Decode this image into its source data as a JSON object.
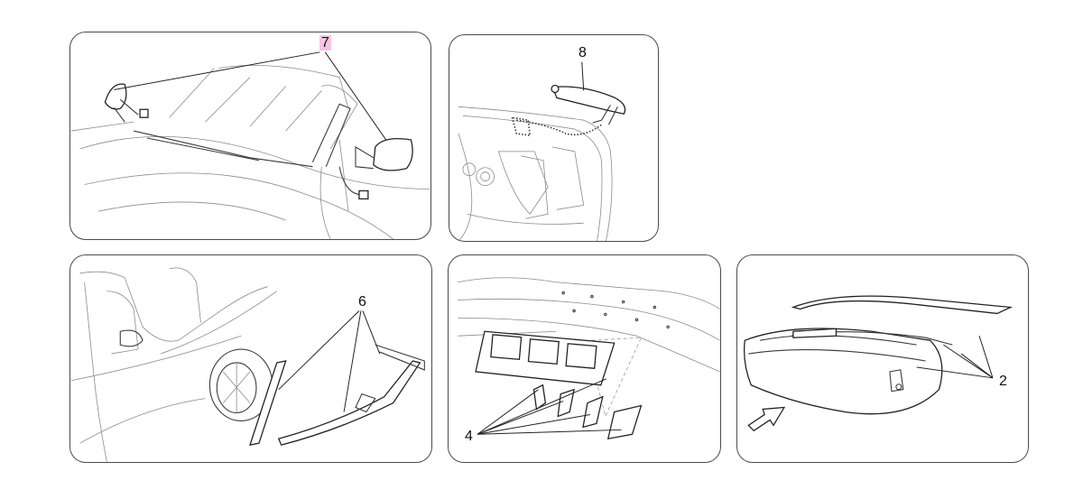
{
  "callouts": {
    "p1": "7",
    "p2": "8",
    "p3": "6",
    "p4": "4",
    "p5": "2"
  },
  "colors": {
    "highlight": "#f4c6e6",
    "border": "#4a4a4a"
  }
}
